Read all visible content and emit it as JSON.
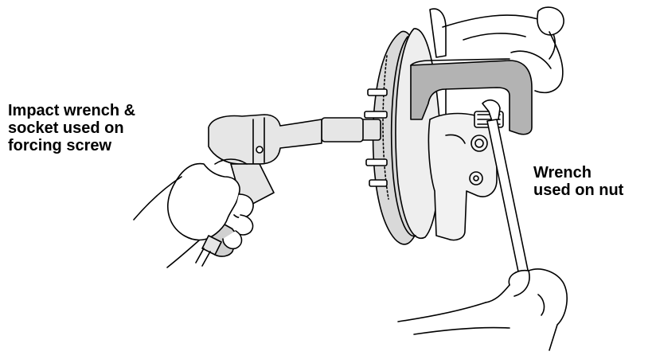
{
  "labels": {
    "impact_wrench": [
      "Impact wrench &",
      "socket used on",
      "forcing screw"
    ],
    "wrench_on_nut": [
      "Wrench",
      "used on nut"
    ]
  },
  "colors": {
    "line": "#000000",
    "tool_fill": "#e6e6e6",
    "puller_fill": "#b3b3b3",
    "rotor_fill": "#d9d9d9",
    "background": "#ffffff"
  }
}
